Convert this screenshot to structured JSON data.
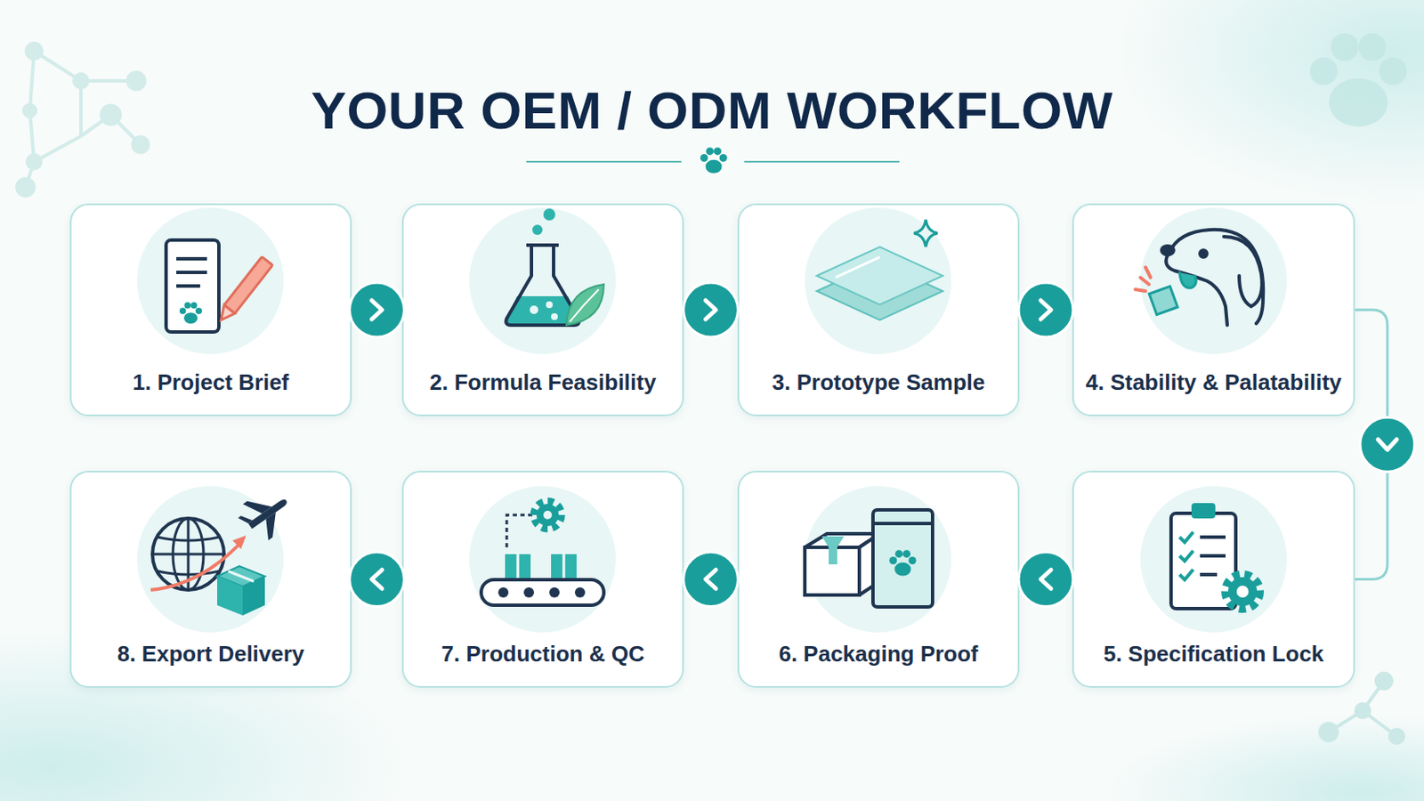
{
  "diagram": {
    "title": "YOUR OEM / ODM WORKFLOW",
    "nodes": [
      {
        "text": [
          "1. Project Brief"
        ]
      },
      {
        "text": [
          "2. Formula Feasibility"
        ]
      },
      {
        "text": [
          "3. Prototype Sample"
        ]
      },
      {
        "text": [
          "4. Stability & Palatability"
        ]
      },
      {
        "text": [
          "5. Specification Lock"
        ]
      },
      {
        "text": [
          "6. Packaging Proof"
        ]
      },
      {
        "text": [
          "7. Production & QC"
        ]
      },
      {
        "text": [
          "8. Export Delivery"
        ]
      }
    ],
    "edges": [
      {
        "from": 0,
        "to": 1,
        "arrow": "to"
      },
      {
        "from": 1,
        "to": 2,
        "arrow": "to"
      },
      {
        "from": 2,
        "to": 3,
        "arrow": "to"
      },
      {
        "from": 3,
        "to": 4,
        "arrow": "to"
      },
      {
        "from": 4,
        "to": 5,
        "arrow": "to"
      },
      {
        "from": 5,
        "to": 6,
        "arrow": "to"
      },
      {
        "from": 6,
        "to": 7,
        "arrow": "to"
      }
    ]
  }
}
